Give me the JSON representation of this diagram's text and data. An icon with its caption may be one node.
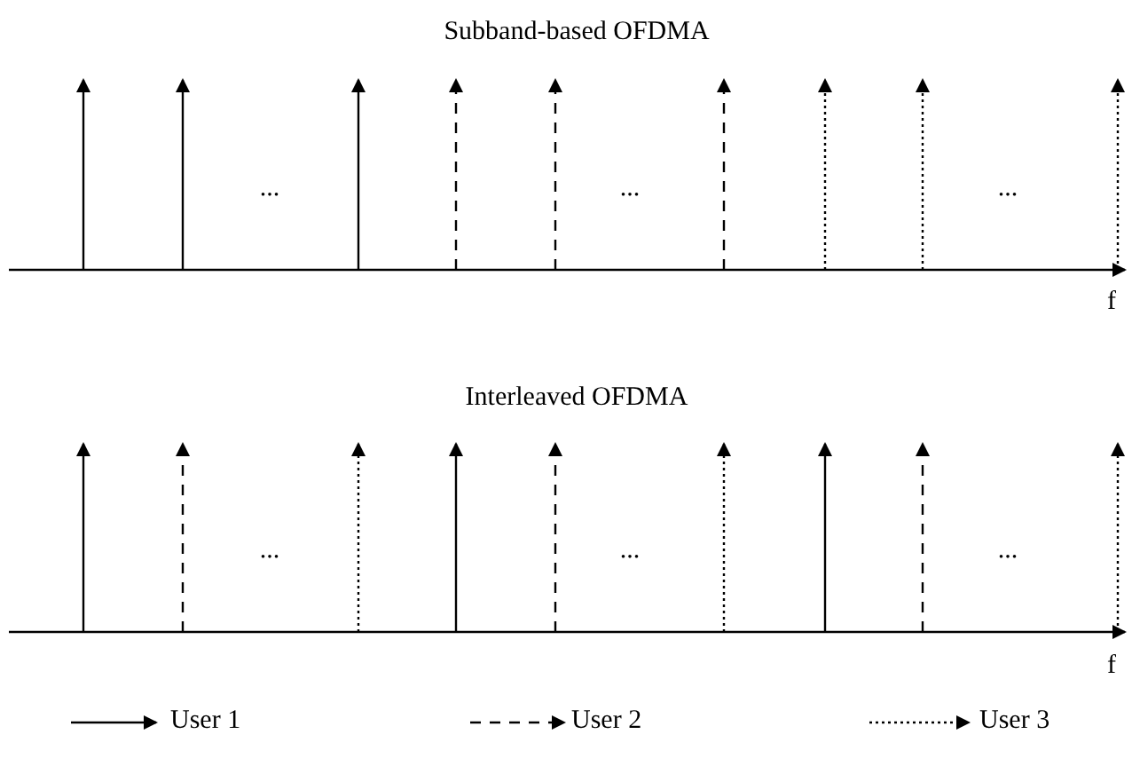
{
  "diagram": {
    "labels": [
      "Subband-based OFDMA",
      "...",
      "...",
      "...",
      "f",
      "Interleaved OFDMA",
      "...",
      "...",
      "...",
      "f"
    ],
    "legend": [
      {
        "text": "User 1"
      },
      {
        "text": "User 2"
      },
      {
        "text": "User 3"
      }
    ]
  }
}
